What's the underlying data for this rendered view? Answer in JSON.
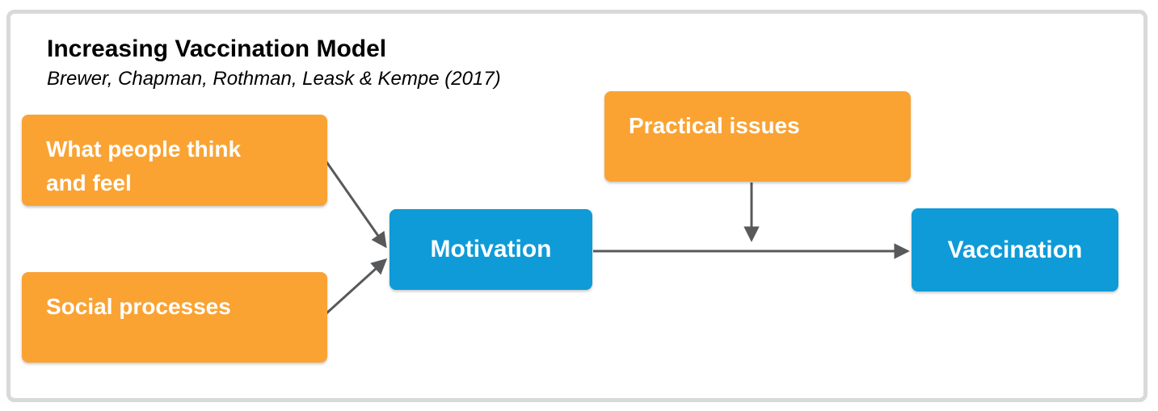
{
  "header": {
    "title": "Increasing Vaccination Model",
    "subtitle": "Brewer, Chapman, Rothman, Leask & Kempe (2017)"
  },
  "nodes": {
    "what_people_think": {
      "label": "What people think\nand feel",
      "color": "orange"
    },
    "social_processes": {
      "label": "Social processes",
      "color": "orange"
    },
    "practical_issues": {
      "label": "Practical issues",
      "color": "orange"
    },
    "motivation": {
      "label": "Motivation",
      "color": "blue"
    },
    "vaccination": {
      "label": "Vaccination",
      "color": "blue"
    }
  },
  "edges": [
    {
      "from": "what_people_think",
      "to": "motivation"
    },
    {
      "from": "social_processes",
      "to": "motivation"
    },
    {
      "from": "motivation",
      "to": "vaccination"
    },
    {
      "from": "practical_issues",
      "to": "motivation-vaccination-arrow"
    }
  ],
  "colors": {
    "orange": "#faa333",
    "blue": "#0f9bd7",
    "arrow": "#58595b",
    "frame_border": "#d9d9d9"
  }
}
